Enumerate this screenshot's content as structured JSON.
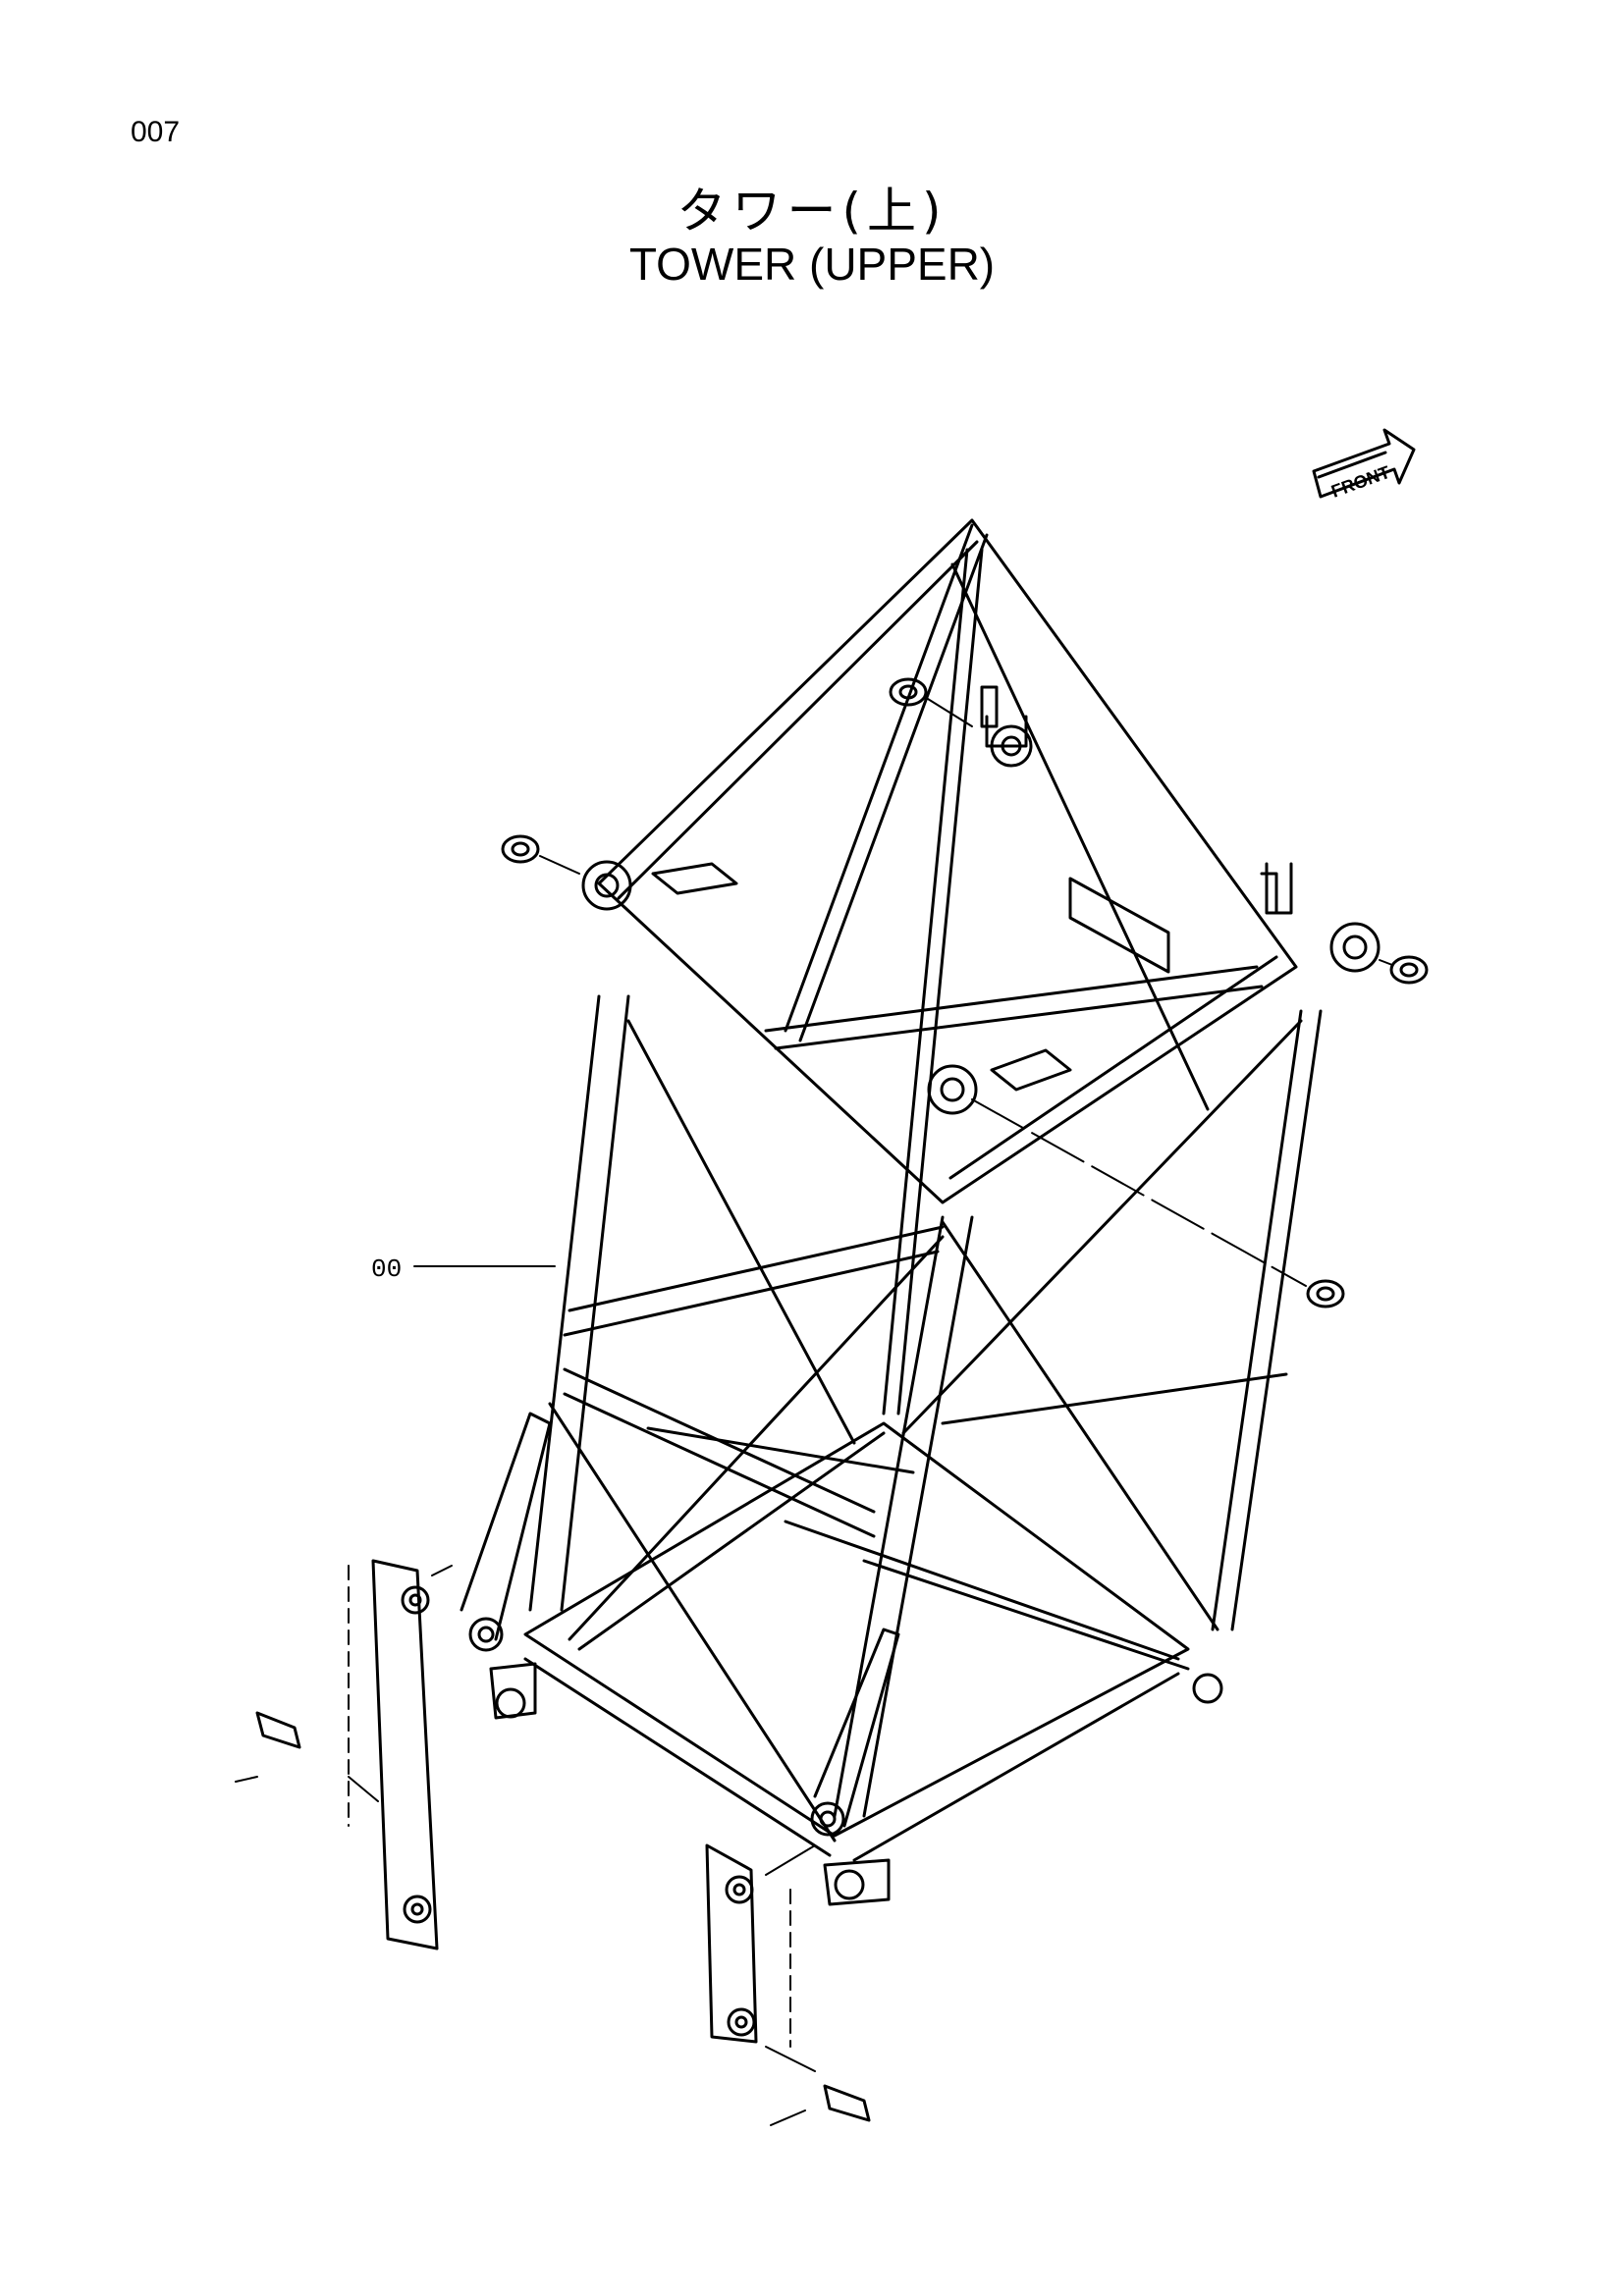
{
  "page": {
    "number": "007",
    "title_jp": "タワー(上)",
    "title_en": "TOWER (UPPER)"
  },
  "indicator": {
    "label": "FRONT"
  },
  "callouts": [
    {
      "label": "00"
    }
  ]
}
